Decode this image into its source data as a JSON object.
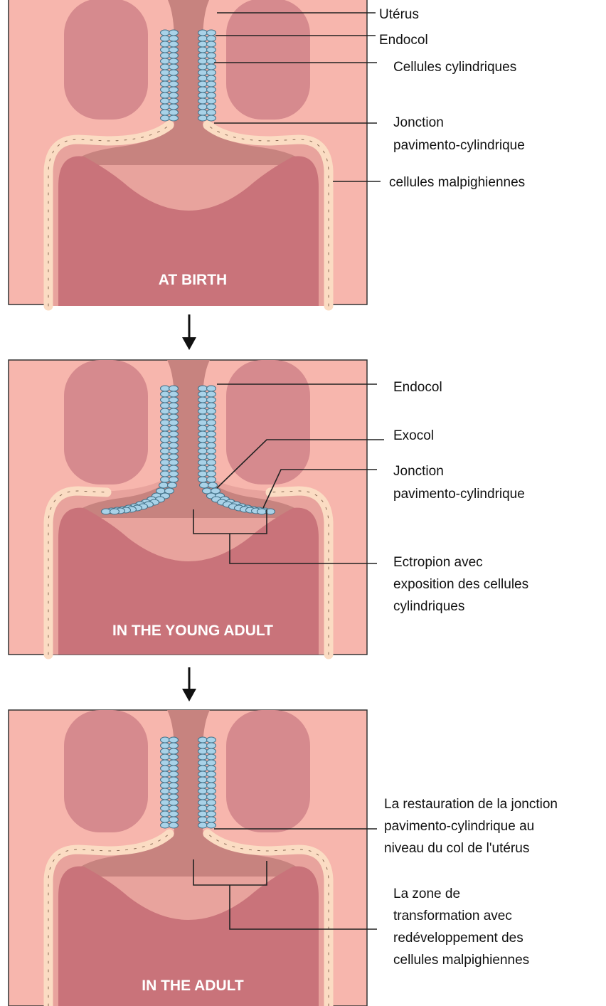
{
  "panels": [
    {
      "title": "AT BIRTH",
      "labels": [
        "Utérus",
        "Endocol",
        "Cellules cylindriques",
        "Jonction",
        "pavimento-cylindrique",
        "cellules malpighiennes"
      ]
    },
    {
      "title": "IN THE YOUNG ADULT",
      "labels": [
        "Endocol",
        "Exocol",
        "Jonction",
        "pavimento-cylindrique",
        "Ectropion avec",
        "exposition des cellules",
        "cylindriques"
      ]
    },
    {
      "title": "IN THE ADULT",
      "labels": [
        "La restauration de la jonction",
        "pavimento-cylindrique au",
        "niveau du col de l'utérus",
        "La zone de",
        "transformation avec",
        "redéveloppement des",
        "cellules malpighiennes"
      ]
    }
  ],
  "colors": {
    "background": "#f7b6ad",
    "uterine_wall": "#d68a8e",
    "cervix_dome": "#e8a39d",
    "vagina": "#c9737a",
    "canal": "#c7837f",
    "squamous_band": "#fbdcc3",
    "columnar_cell": "#a9d2e8",
    "columnar_outline": "#3f6f86",
    "arrow": "#111111"
  },
  "icons": {
    "transition_arrow": "arrow-down-icon"
  }
}
